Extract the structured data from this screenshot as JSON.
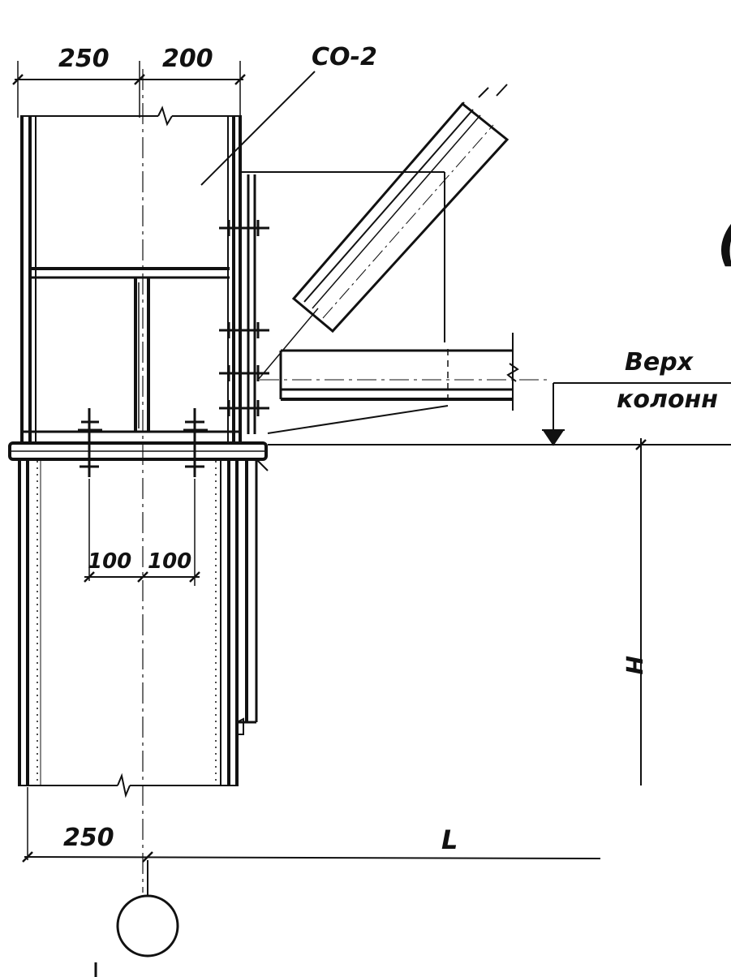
{
  "dimensions": {
    "upper_left": "250",
    "upper_right": "200",
    "bolt_left": "100",
    "bolt_right": "100",
    "lower_left": "250"
  },
  "labels": {
    "part_mark": "СО-2",
    "elevation_line1": "Верх",
    "elevation_line2": "колонн",
    "height_symbol": "Н",
    "span_symbol": "L",
    "edge_mark": "("
  },
  "colors": {
    "ink": "#111111",
    "paper": "#ffffff"
  }
}
